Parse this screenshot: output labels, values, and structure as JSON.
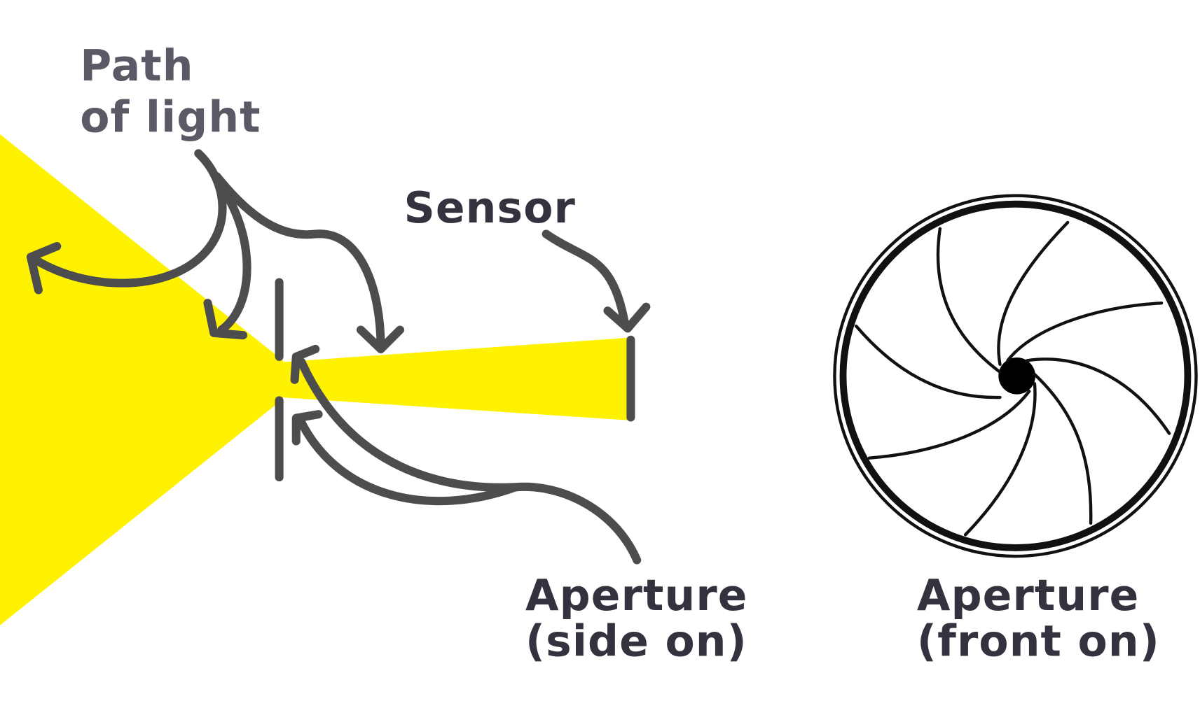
{
  "labels": {
    "path_of_light": [
      "Path",
      "of light"
    ],
    "sensor": "Sensor",
    "aperture_side": [
      "Aperture",
      "(side on)"
    ],
    "aperture_front": [
      "Aperture",
      "(front on)"
    ]
  },
  "colors": {
    "light": "#fff200",
    "arrow": "#4d4d4f",
    "path_text": "#5a5a66",
    "text": "#33333f"
  }
}
